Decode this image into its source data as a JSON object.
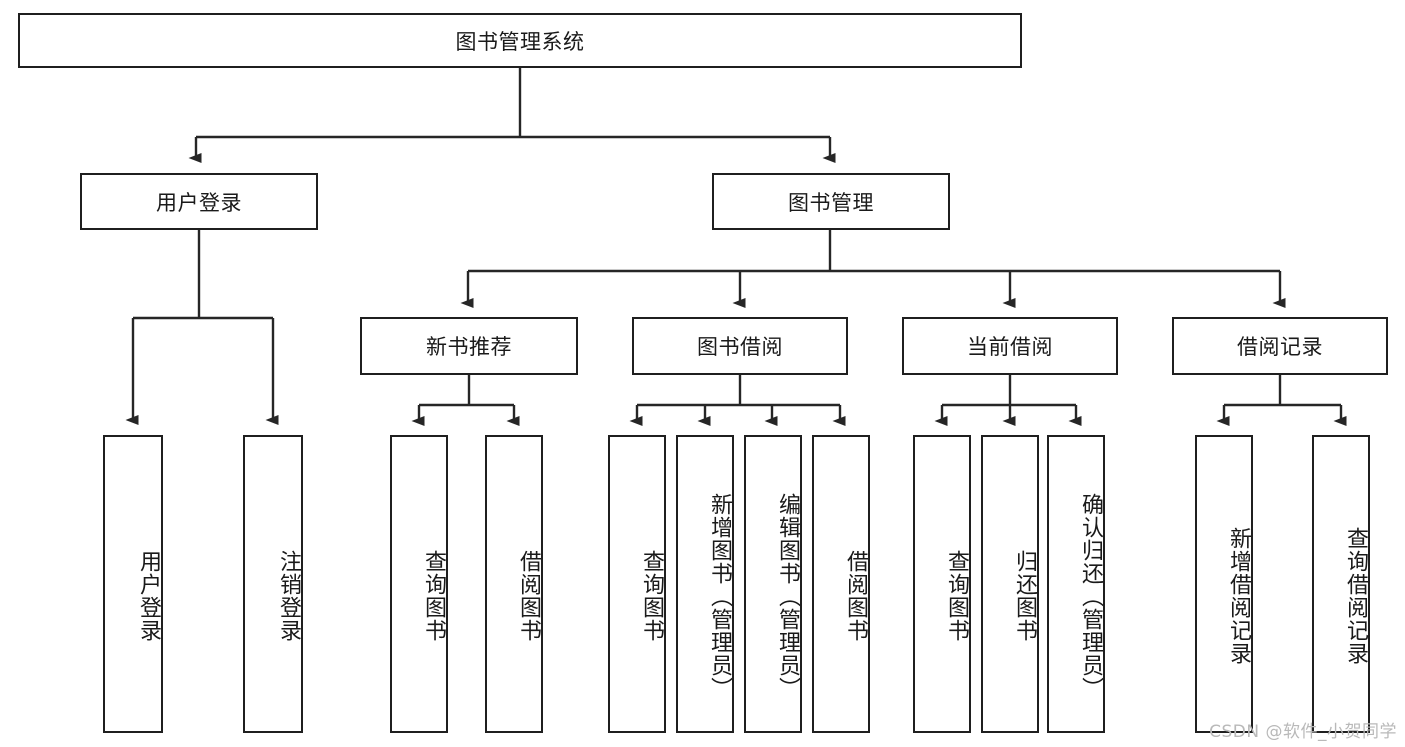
{
  "diagram": {
    "type": "tree-hierarchy",
    "title": "图书管理系统",
    "root": {
      "label": "图书管理系统"
    },
    "level2": [
      {
        "id": "user-login",
        "label": "用户登录"
      },
      {
        "id": "book-manage",
        "label": "图书管理"
      }
    ],
    "level3": [
      {
        "id": "new-book-rec",
        "label": "新书推荐",
        "parent": "book-manage"
      },
      {
        "id": "book-borrow",
        "label": "图书借阅",
        "parent": "book-manage"
      },
      {
        "id": "current-borrow",
        "label": "当前借阅",
        "parent": "book-manage"
      },
      {
        "id": "borrow-record",
        "label": "借阅记录",
        "parent": "book-manage"
      }
    ],
    "leaves": {
      "user_login": [
        {
          "id": "leaf-user-login",
          "label": "用户登录"
        },
        {
          "id": "leaf-logout",
          "label": "注销登录"
        }
      ],
      "new_book_rec": [
        {
          "id": "leaf-query-book-1",
          "label": "查询图书"
        },
        {
          "id": "leaf-borrow-book-1",
          "label": "借阅图书"
        }
      ],
      "book_borrow": [
        {
          "id": "leaf-query-book-2",
          "label": "查询图书"
        },
        {
          "id": "leaf-add-book",
          "label": "新增图书（管理员）"
        },
        {
          "id": "leaf-edit-book",
          "label": "编辑图书（管理员）"
        },
        {
          "id": "leaf-borrow-book-2",
          "label": "借阅图书"
        }
      ],
      "current_borrow": [
        {
          "id": "leaf-query-book-3",
          "label": "查询图书"
        },
        {
          "id": "leaf-return-book",
          "label": "归还图书"
        },
        {
          "id": "leaf-confirm-return",
          "label": "确认归还（管理员）"
        }
      ],
      "borrow_record": [
        {
          "id": "leaf-add-record",
          "label": "新增借阅记录"
        },
        {
          "id": "leaf-query-record",
          "label": "查询借阅记录"
        }
      ]
    },
    "watermark": "CSDN @软件_小贺同学",
    "colors": {
      "stroke": "#1f1f1f",
      "fill": "#ffffff",
      "text": "#1a1a1a",
      "watermark": "#b9b9b9"
    }
  }
}
